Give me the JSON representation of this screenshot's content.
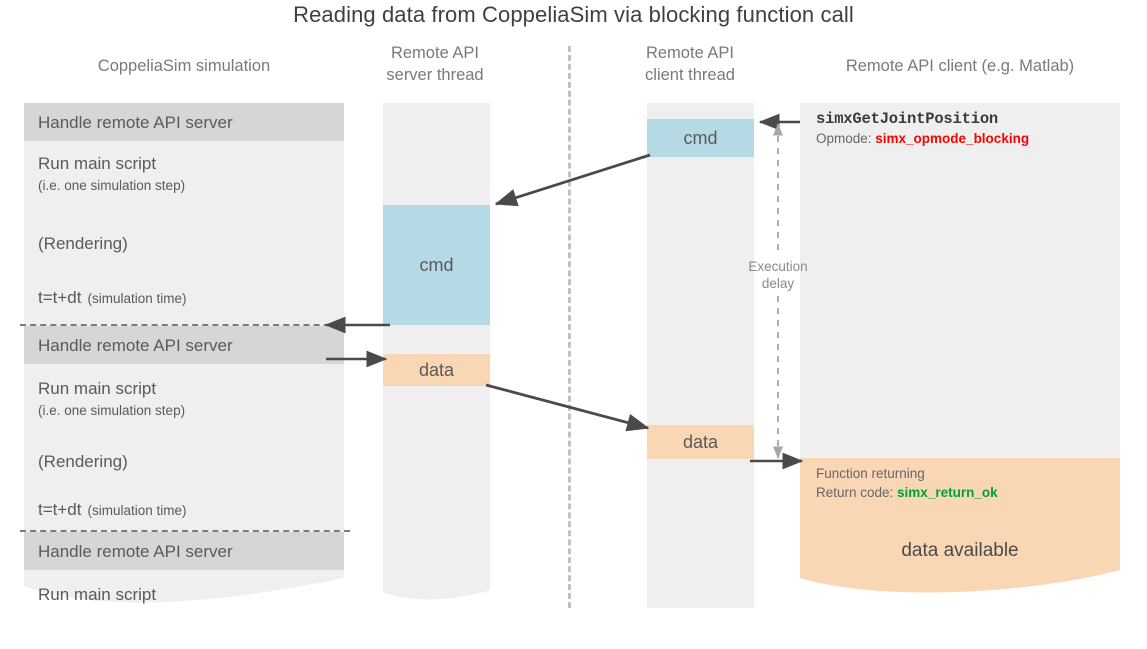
{
  "title": "Reading data from CoppeliaSim via blocking function call",
  "columns": {
    "simulation": "CoppeliaSim simulation",
    "server_thread_line1": "Remote API",
    "server_thread_line2": "server thread",
    "client_thread_line1": "Remote API",
    "client_thread_line2": "client thread",
    "client": "Remote API client (e.g. Matlab)"
  },
  "simulation_steps": [
    {
      "label": "Handle remote API server",
      "kind": "band"
    },
    {
      "label": "Run main script",
      "sub": "(i.e. one simulation step)",
      "kind": "body"
    },
    {
      "label": "(Rendering)",
      "kind": "body"
    },
    {
      "label": "t=t+dt",
      "sub": "(simulation time)",
      "kind": "body"
    },
    {
      "label": "Handle remote API server",
      "kind": "band"
    },
    {
      "label": "Run main script",
      "sub": "(i.e. one simulation step)",
      "kind": "body"
    },
    {
      "label": "(Rendering)",
      "kind": "body"
    },
    {
      "label": "t=t+dt",
      "sub": "(simulation time)",
      "kind": "body"
    },
    {
      "label": "Handle remote API server",
      "kind": "band"
    },
    {
      "label": "Run main script",
      "kind": "body"
    }
  ],
  "blocks": {
    "server_cmd": "cmd",
    "server_data": "data",
    "client_cmd": "cmd",
    "client_data": "data"
  },
  "client_call": {
    "function": "simxGetJointPosition",
    "opmode_label": "Opmode: ",
    "opmode_value": "simx_opmode_blocking"
  },
  "client_return": {
    "line1": "Function returning",
    "return_label": "Return code: ",
    "return_value": "simx_return_ok",
    "available": "data available"
  },
  "execution_delay": {
    "line1": "Execution",
    "line2": "delay"
  },
  "colors": {
    "cmd": "#b6dae5",
    "data": "#fad7b4",
    "lane": "#efefef",
    "band": "#d6d6d6",
    "arrow": "#4a4a4a",
    "divider": "#c2c2c2",
    "opmode_red": "#ff0000",
    "return_green": "#00a13a"
  }
}
